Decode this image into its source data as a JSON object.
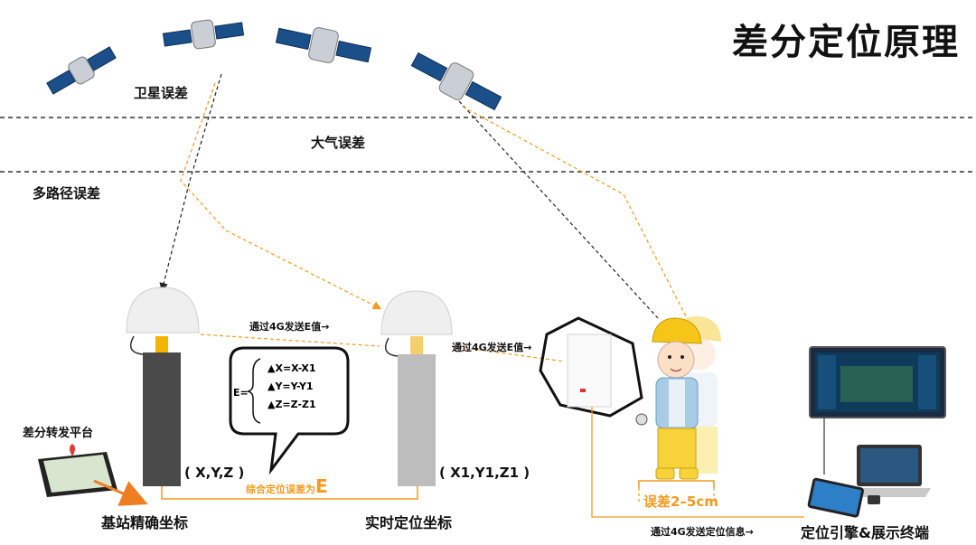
{
  "title": "差分定位原理",
  "layers": {
    "satellite_error": "卫星误差",
    "atmosphere_error": "大气误差",
    "multipath_error": "多路径误差"
  },
  "base_station": {
    "coord": "( X,Y,Z )",
    "label": "基站精确坐标"
  },
  "rover": {
    "coord": "( X1,Y1,Z1 )",
    "label": "实时定位坐标"
  },
  "bubble": {
    "prefix": "E=",
    "lines": [
      "▲X=X-X1",
      "▲Y=Y-Y1",
      "▲Z=Z-Z1"
    ]
  },
  "links": {
    "send_e_1": "通过4G发送E值→",
    "send_e_2": "通过4G发送E值→",
    "send_pos": "通过4G发送定位信息→"
  },
  "error_sum": {
    "text": "综合定位误差为",
    "symbol": "E"
  },
  "accuracy": "误差2–5cm",
  "platform_label": "差分转发平台",
  "terminal_label": "定位引擎&展示终端",
  "colors": {
    "accent": "#f39a1f",
    "dark_column": "#4a4a4a",
    "light_column": "#bdbdbd",
    "helmet": "#f5c518"
  }
}
